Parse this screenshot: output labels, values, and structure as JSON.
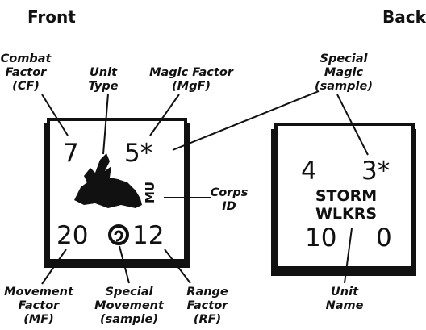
{
  "headers": {
    "front": "Front",
    "back": "Back"
  },
  "front_counter": {
    "combat_factor": "7",
    "magic_factor": "5*",
    "corps_id": "MU",
    "movement_factor": "20",
    "special_movement_symbol": "spiral",
    "range_factor": "12"
  },
  "back_counter": {
    "combat_factor": "4",
    "special_magic": "3*",
    "unit_name_line1": "STORM",
    "unit_name_line2": "WLKRS",
    "movement_factor": "10",
    "range_factor": "0"
  },
  "labels": {
    "combat_factor": [
      "Combat",
      "Factor",
      "(CF)"
    ],
    "unit_type": [
      "Unit",
      "Type"
    ],
    "magic_factor": [
      "Magic Factor",
      "(MgF)"
    ],
    "special_magic": [
      "Special",
      "Magic",
      "(sample)"
    ],
    "corps_id": [
      "Corps",
      "ID"
    ],
    "movement_factor": [
      "Movement",
      "Factor",
      "(MF)"
    ],
    "special_movement": [
      "Special",
      "Movement",
      "(sample)"
    ],
    "range_factor": [
      "Range",
      "Factor",
      "(RF)"
    ],
    "unit_name": [
      "Unit",
      "Name"
    ]
  }
}
